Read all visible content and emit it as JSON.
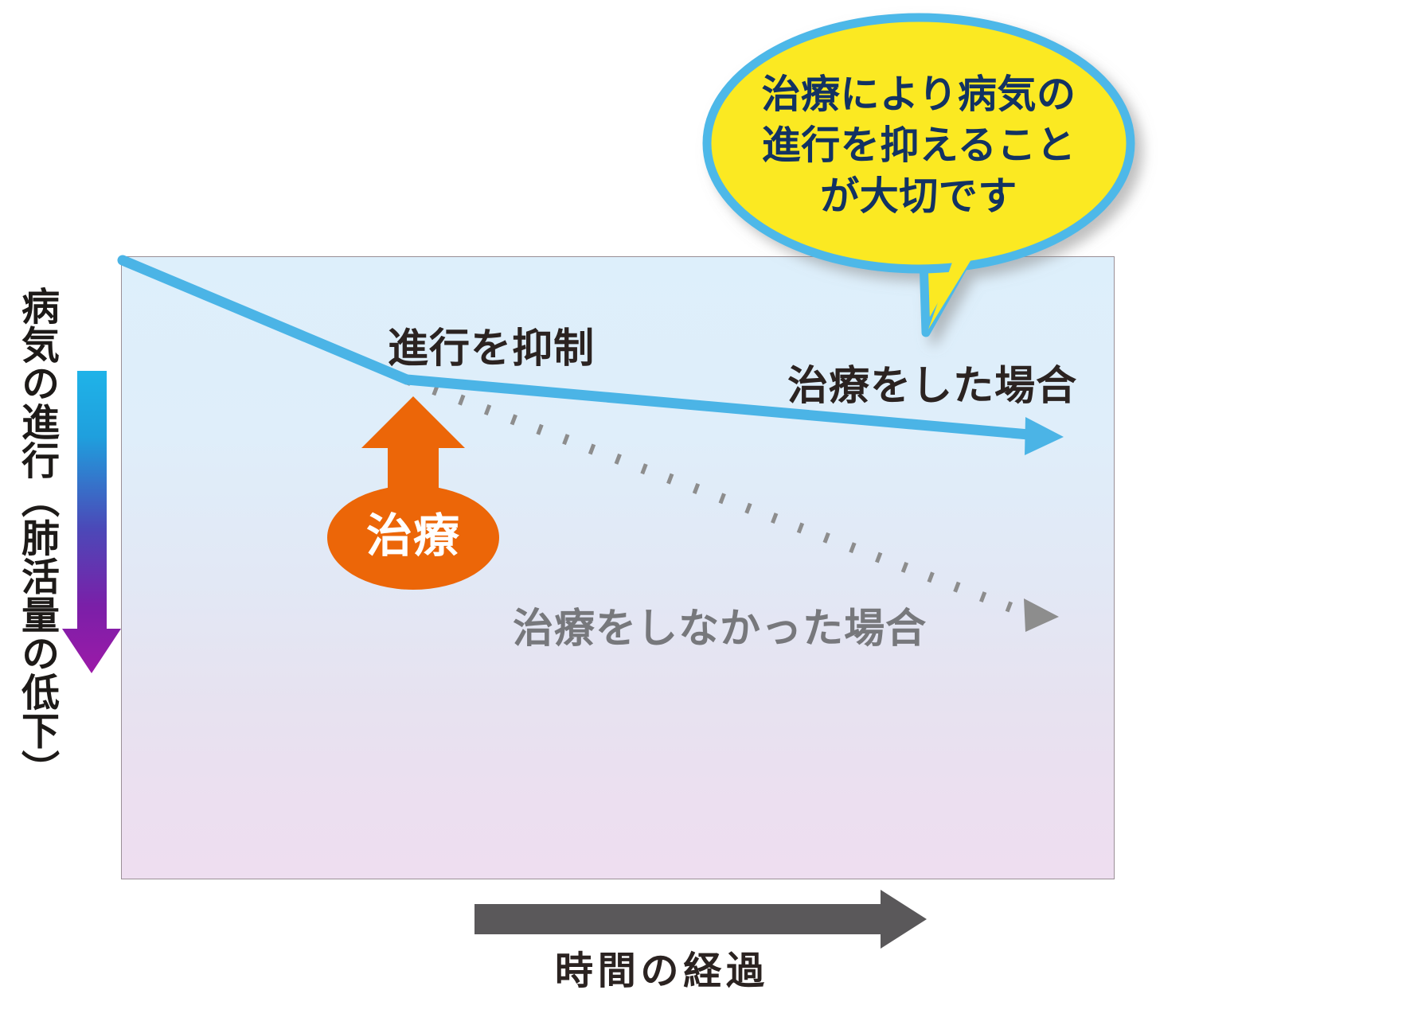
{
  "figure": {
    "title_text": "",
    "axes": {
      "y_caption": "病気の進行（肺活量の低下）",
      "x_caption": "時間の経過"
    },
    "annotations": {
      "suppress": "進行を抑制",
      "treated_case": "治療をした場合",
      "untreated_case": "治療をしなかった場合",
      "treatment_badge": "治療"
    },
    "callout": {
      "line1": "治療により病気の",
      "line2": "進行を抑えること",
      "line3": "が大切です"
    },
    "colors": {
      "treated_line": "#4BB4E6",
      "untreated_line": "#8d8d8d",
      "treatment_orange": "#ec6608",
      "callout_fill": "#fbe922",
      "callout_stroke": "#4EB8E8",
      "callout_text": "#123262",
      "axis_arrow_gray": "#5a585a",
      "y_arrow_top": "#29abe2",
      "y_arrow_bottom": "#8e1ca0",
      "panel_top": "#ddeffb",
      "panel_bottom": "#eedef0"
    }
  },
  "chart_data": {
    "type": "line",
    "title": "",
    "xlabel": "時間の経過",
    "ylabel": "病気の進行（肺活量の低下）",
    "xlim": [
      0,
      100
    ],
    "ylim": [
      0,
      100
    ],
    "grid": false,
    "legend": "inline-labels",
    "note": "Schematic conceptual chart — downward direction means disease progression / decline of vital capacity. No numeric tick labels are printed on the axes.",
    "series": [
      {
        "name": "治療をした場合",
        "style": "solid",
        "color": "#4BB4E6",
        "arrow_end": true,
        "x": [
          0,
          29,
          94
        ],
        "y": [
          100,
          80,
          71
        ]
      },
      {
        "name": "治療をしなかった場合",
        "style": "dotted",
        "color": "#8d8d8d",
        "arrow_end": true,
        "x": [
          29,
          94
        ],
        "y": [
          80,
          42
        ]
      }
    ],
    "annotations": [
      {
        "text": "進行を抑制",
        "x": 29,
        "y": 89
      },
      {
        "text": "治療をした場合",
        "x": 70,
        "y": 83
      },
      {
        "text": "治療をしなかった場合",
        "x": 45,
        "y": 44
      },
      {
        "text": "治療",
        "x": 21,
        "y": 62,
        "type": "badge-with-up-arrow"
      }
    ]
  }
}
